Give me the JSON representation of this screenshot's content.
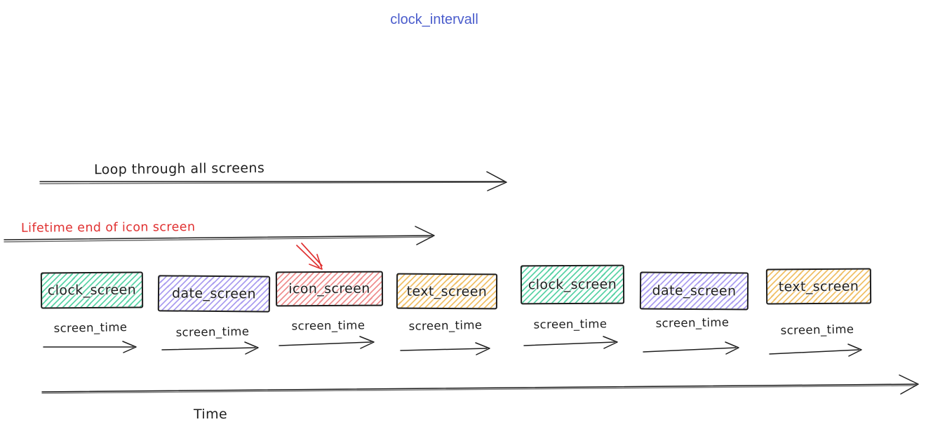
{
  "title": {
    "text": "clock_intervall",
    "color": "#4a5ccc"
  },
  "annotations": {
    "loop_label": "Loop through all screens",
    "lifetime_label": "Lifetime end of icon screen",
    "time_label": "Time",
    "screen_time_label": "screen_time"
  },
  "boxes": [
    {
      "label": "clock_screen",
      "color": "green",
      "fill": "#5bd3a7"
    },
    {
      "label": "date_screen",
      "color": "purple",
      "fill": "#ab9ef0"
    },
    {
      "label": "icon_screen",
      "color": "red",
      "fill": "#ef8f8f"
    },
    {
      "label": "text_screen",
      "color": "yellow",
      "fill": "#f0c067"
    },
    {
      "label": "clock_screen",
      "color": "green",
      "fill": "#5bd3a7"
    },
    {
      "label": "date_screen",
      "color": "purple",
      "fill": "#ab9ef0"
    },
    {
      "label": "text_screen",
      "color": "yellow",
      "fill": "#f0c067"
    }
  ],
  "colors": {
    "ink": "#1e1e1e",
    "accent_red": "#e03131",
    "title_blue": "#4a5ccc",
    "background": "#ffffff"
  }
}
